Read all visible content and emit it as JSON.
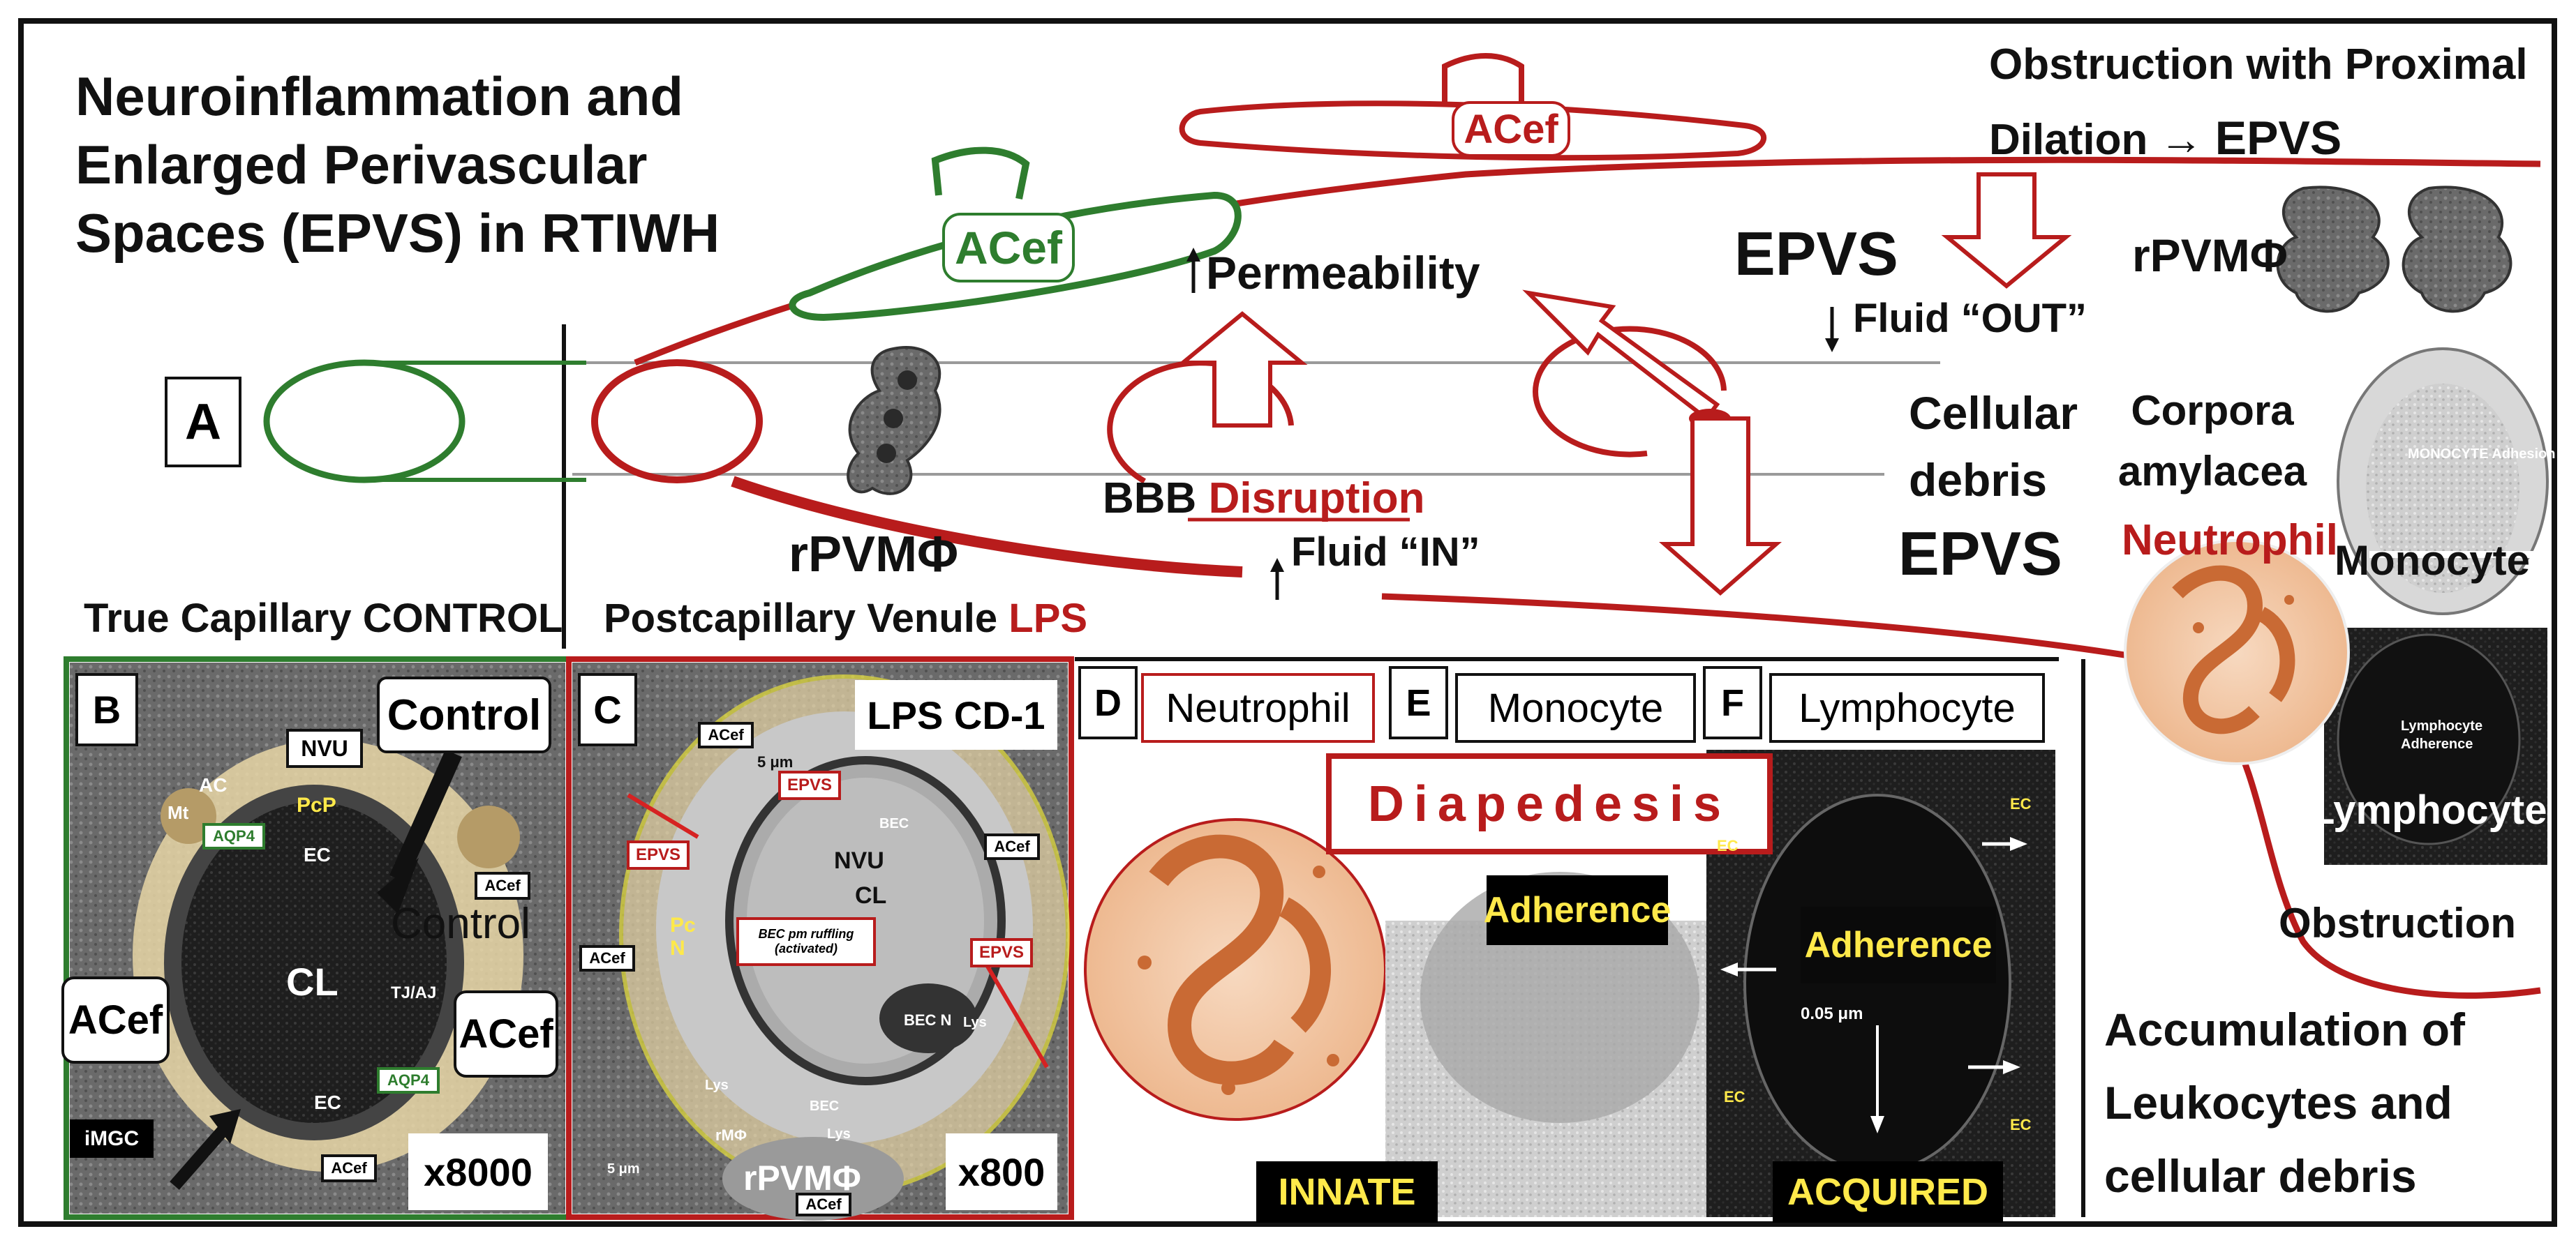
{
  "title_lines": [
    "Neuroinflammation and",
    "Enlarged Perivascular",
    "Spaces (EPVS) in RTIWH"
  ],
  "panel_a": {
    "letter": "A",
    "acef_green": "ACef",
    "acef_red": "ACef",
    "permeability": "Permeability",
    "epvs_top": "EPVS",
    "fluid_out": "Fluid “OUT”",
    "obstruction_prefix": "Obstruction with Proximal",
    "dilation": "Dilation →",
    "dilation_epvs": "EPVS",
    "rpvm_top": "rPVMΦ",
    "bbb": "BBB",
    "disruption": "Disruption",
    "fluid_in": "Fluid “IN”",
    "rpvm_mid": "rPVMΦ",
    "cellular_debris": "Cellular debris",
    "epvs_bottom": "EPVS",
    "corpora": "Corpora amylacea",
    "neutrophil": "Neutrophil",
    "monocyte": "Monocyte",
    "lymphocyte": "Lymphocyte",
    "obstruction": "Obstruction",
    "true_capillary": "True Capillary CONTROL",
    "postcapillary": "Postcapillary Venule",
    "lps": "LPS",
    "inset_monocyte_tag": "MONOCYTE Adhesion",
    "inset_lymph_tag1": "Lymphocyte",
    "inset_lymph_tag2": "Adherence"
  },
  "panel_b": {
    "letter": "B",
    "control_box": "Control",
    "control_inner": "Control",
    "nvu": "NVU",
    "pcp": "PcP",
    "ec_top": "EC",
    "ec_bottom": "EC",
    "cl": "CL",
    "tjaj": "TJ/AJ",
    "ac": "AC",
    "mt": "Mt",
    "aqp4_a": "AQP4",
    "aqp4_b": "AQP4",
    "acef_left": "ACef",
    "acef_right": "ACef",
    "acef_small_top": "ACef",
    "acef_small_bottom": "ACef",
    "imgc": "iMGC",
    "mag": "x8000"
  },
  "panel_c": {
    "letter": "C",
    "label": "LPS CD-1",
    "acef_top": "ACef",
    "acef_right": "ACef",
    "acef_left": "ACef",
    "acef_bottom": "ACef",
    "epvs_top": "EPVS",
    "epvs_left": "EPVS",
    "epvs_right": "EPVS",
    "scale": "5 μm",
    "scale2": "5 μm",
    "nvu": "NVU",
    "cl": "CL",
    "bec": "BEC",
    "bec_bottom": "BEC",
    "bec_n": "BEC N",
    "pcn": "Pc N",
    "ruffling_line1": "BEC pm ruffling",
    "ruffling_line2": "(activated)",
    "lys1": "Lys",
    "lys2": "Lys",
    "lys3": "Lys",
    "rmphi": "rMΦ",
    "rpvm": "rPVMΦ",
    "mag": "x800"
  },
  "panel_def": {
    "d_letter": "D",
    "d_label": "Neutrophil",
    "e_letter": "E",
    "e_label": "Monocyte",
    "f_letter": "F",
    "f_label": "Lymphocyte",
    "diapedesis": "Diapedesis",
    "adherence_e": "Adherence",
    "adherence_f": "Adherence",
    "innate": "INNATE",
    "acquired": "ACQUIRED",
    "scale_f": "0.05 μm",
    "ec_tags": [
      "EC",
      "EC",
      "EC",
      "EC"
    ]
  },
  "accumulation_lines": [
    "Accumulation of",
    "Leukocytes and",
    "cellular debris"
  ],
  "colors": {
    "green": "#2e7d2e",
    "red": "#b81c1c",
    "orange": "#d9824a",
    "yellow": "#ffe94a",
    "tan": "#e8d6a6"
  }
}
